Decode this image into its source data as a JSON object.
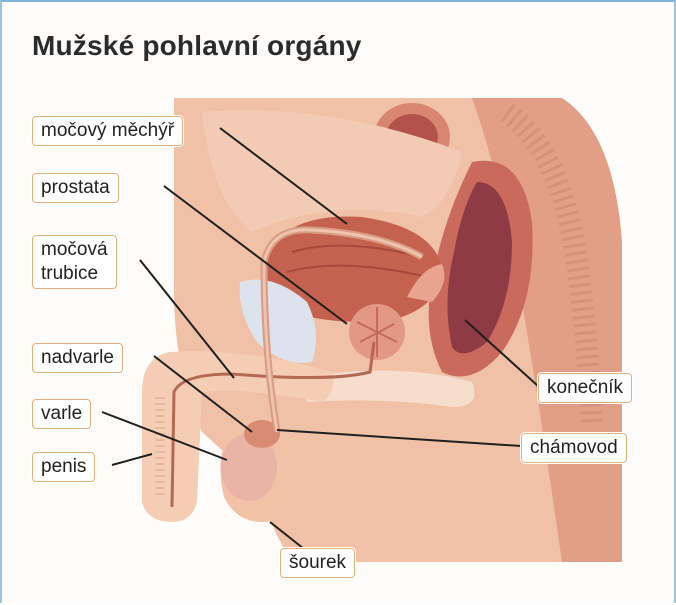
{
  "title": "Mužské pohlavní orgány",
  "labels": {
    "mocovy_mechyr": "močový měchýř",
    "prostata": "prostata",
    "mocova_trubice": "močová\ntrubice",
    "nadvarle": "nadvarle",
    "varle": "varle",
    "penis": "penis",
    "konecnik": "konečník",
    "chamovod": "chámovod",
    "sourek": "šourek"
  },
  "colors": {
    "skin": "#f2c2a6",
    "tissue": "#e8a58a",
    "organ": "#c86a52",
    "organ_dark": "#9a3f3a",
    "pale": "#f7ddcc",
    "label_border": "#e2b07a",
    "frame": "#9cc6e0"
  }
}
